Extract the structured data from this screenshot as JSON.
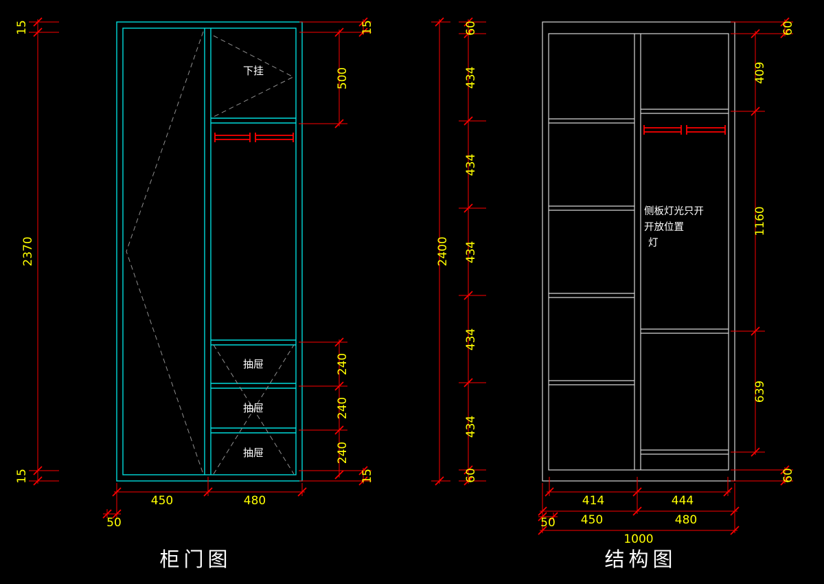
{
  "colors": {
    "background": "#000000",
    "door_cabinet_line": "#00dcdc",
    "structure_line": "#d8d8d8",
    "dimension_line": "#ff0000",
    "dimension_text": "#ffff00",
    "label_text": "#ffffff",
    "dashed_swing_line": "#8f8f8f"
  },
  "door_diagram": {
    "title": "柜门图",
    "labels": {
      "hanging": "下挂",
      "drawer_1": "抽屉",
      "drawer_2": "抽屉",
      "drawer_3": "抽屉"
    },
    "dims": {
      "side_top": "15",
      "side_height": "2370",
      "side_bottom": "15",
      "top_panel": "15",
      "upper_section": "500",
      "drawer_a": "240",
      "drawer_b": "240",
      "drawer_c": "240",
      "bottom_panel": "15",
      "width_left": "450",
      "width_right": "480",
      "wall_gap": "50"
    }
  },
  "structure_diagram": {
    "title": "结构图",
    "note": {
      "line_1": "侧板灯光只开",
      "line_2": "开放位置",
      "line_3": "灯"
    },
    "dims": {
      "total_height": "2400",
      "left_top": "60",
      "left_1": "434",
      "left_2": "434",
      "left_3": "434",
      "left_4": "434",
      "left_5": "434",
      "left_bottom": "60",
      "right_top": "60",
      "right_upper": "409",
      "right_middle": "1160",
      "right_lower": "639",
      "right_bottom": "60",
      "inner_left": "414",
      "inner_right": "444",
      "width_left": "450",
      "width_right": "480",
      "wall_gap": "50",
      "total_width": "1000"
    }
  }
}
